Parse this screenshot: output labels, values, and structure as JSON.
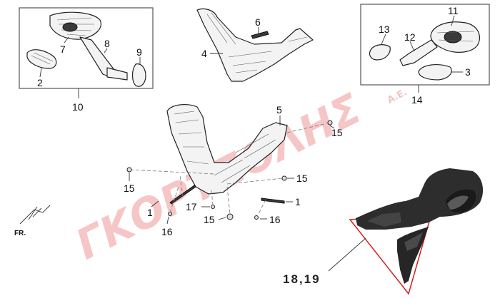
{
  "callouts": {
    "c1a": "1",
    "c1b": "1",
    "c2": "2",
    "c3": "3",
    "c4": "4",
    "c5": "5",
    "c6": "6",
    "c7": "7",
    "c8": "8",
    "c9": "9",
    "c10": "10",
    "c11": "11",
    "c12": "12",
    "c13": "13",
    "c14": "14",
    "c15a": "15",
    "c15b": "15",
    "c15c": "15",
    "c15d": "15",
    "c16a": "16",
    "c16b": "16",
    "c17": "17",
    "c1819": "18,19"
  },
  "direction_label": "FR.",
  "watermark": {
    "main": "ΓΚΟΡΤΖΟΛΗΣ",
    "suffix": "Α.Ε."
  },
  "colors": {
    "watermark": "#f3b3b3",
    "highlight_triangle": "#d21f1f"
  }
}
